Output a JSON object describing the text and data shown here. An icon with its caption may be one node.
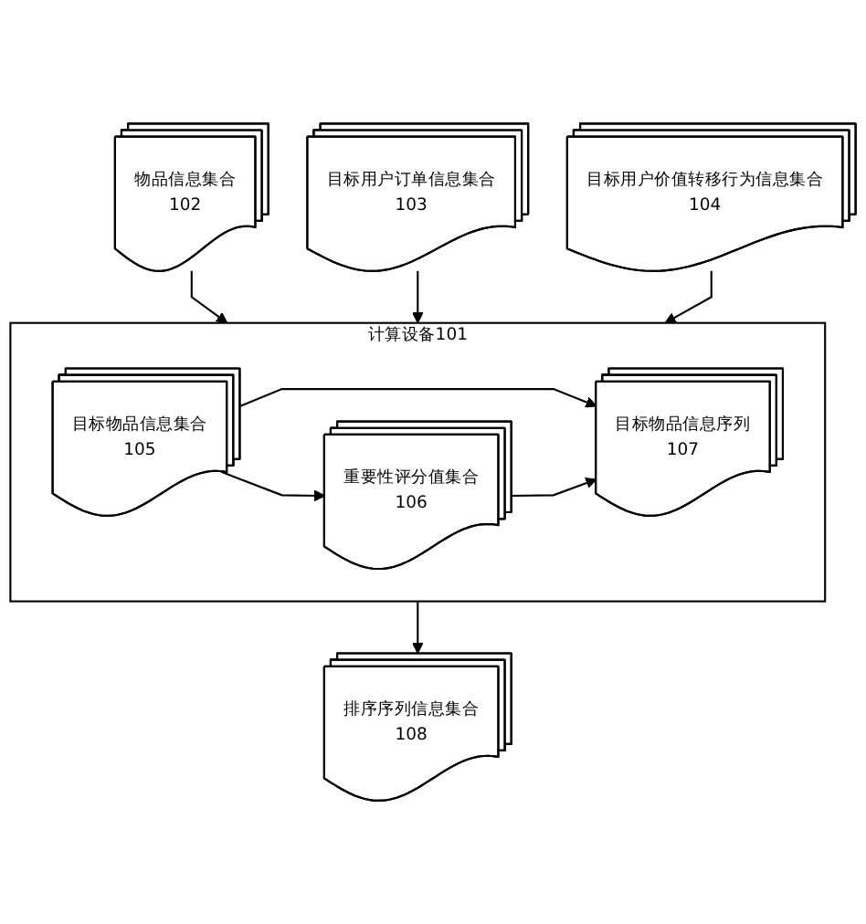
{
  "diagram": {
    "nodes": [
      {
        "text": [
          "物品信息集合",
          "102"
        ]
      },
      {
        "text": [
          "目标用户价值转移行为信息集合",
          "104"
        ]
      },
      {
        "text": [
          "目标用户订单信息集合",
          "103"
        ]
      },
      {
        "text": [
          "计算设备101"
        ]
      },
      {
        "text": [
          "目标物品信息集合",
          "105"
        ],
        "in": 3
      },
      {
        "text": [
          "重要性评分值集合",
          "106"
        ],
        "in": 3
      },
      {
        "text": [
          "目标物品信息序列",
          "107"
        ],
        "in": 3
      },
      {
        "text": [
          "排序序列信息集合",
          "108"
        ]
      }
    ],
    "edges": [
      {
        "from": 0,
        "to": 3,
        "arrow": "to"
      },
      {
        "from": 2,
        "to": 3,
        "arrow": "to"
      },
      {
        "from": 1,
        "to": 3,
        "arrow": "to"
      },
      {
        "from": 4,
        "to": 5,
        "arrow": "to"
      },
      {
        "from": 4,
        "to": 6,
        "arrow": "to"
      },
      {
        "from": 5,
        "to": 6,
        "arrow": "to"
      },
      {
        "from": 3,
        "to": 7,
        "arrow": "to"
      }
    ]
  }
}
